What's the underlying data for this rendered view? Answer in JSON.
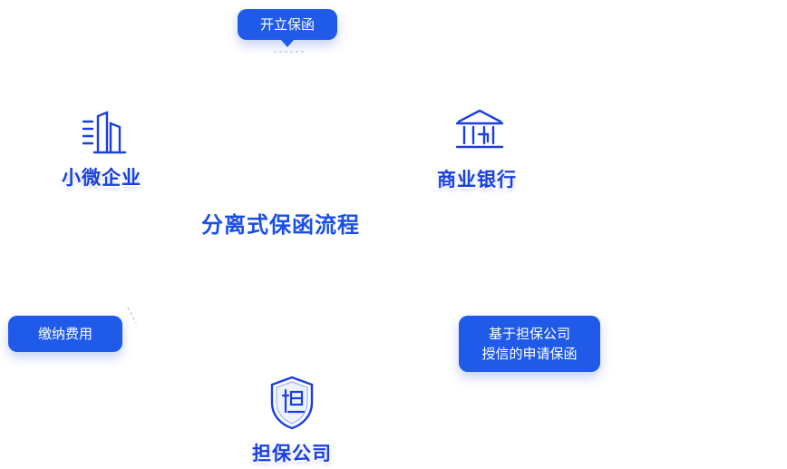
{
  "diagram": {
    "title": "分离式保函流程",
    "nodes": {
      "enterprise": {
        "label": "小微企业",
        "icon": "building-icon"
      },
      "bank": {
        "label": "商业银行",
        "icon": "bank-icon"
      },
      "guarantor": {
        "label": "担保公司",
        "icon": "shield-icon"
      }
    },
    "steps": {
      "issue": {
        "label": "开立保函"
      },
      "fee": {
        "label": "缴纳费用"
      },
      "apply": {
        "line1": "基于担保公司",
        "line2": "授信的申请保函"
      }
    }
  },
  "colors": {
    "primary": "#1f5ae8",
    "text": "#1a3fe0",
    "background": "#ffffff"
  }
}
